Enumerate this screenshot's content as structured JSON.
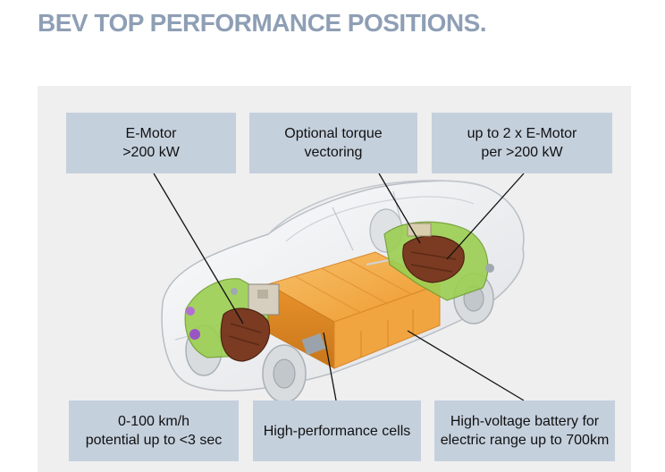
{
  "slide": {
    "title": "BEV TOP PERFORMANCE POSITIONS."
  },
  "callouts": {
    "top_left": "E-Motor\n>200 kW",
    "top_center": "Optional torque\nvectoring",
    "top_right": "up to 2 x E-Motor\nper >200 kW",
    "bottom_left": "0-100 km/h\npotential up to <3 sec",
    "bottom_center": "High-performance cells",
    "bottom_right": "High-voltage battery for\nelectric range up to 700km"
  },
  "colors": {
    "title": "#8e9fb5",
    "panel_background": "#efefef",
    "callout_box": "#c5d0dd",
    "battery": "#f2a23c",
    "motor": "#7a3b22",
    "chassis": "#8cc63f"
  }
}
